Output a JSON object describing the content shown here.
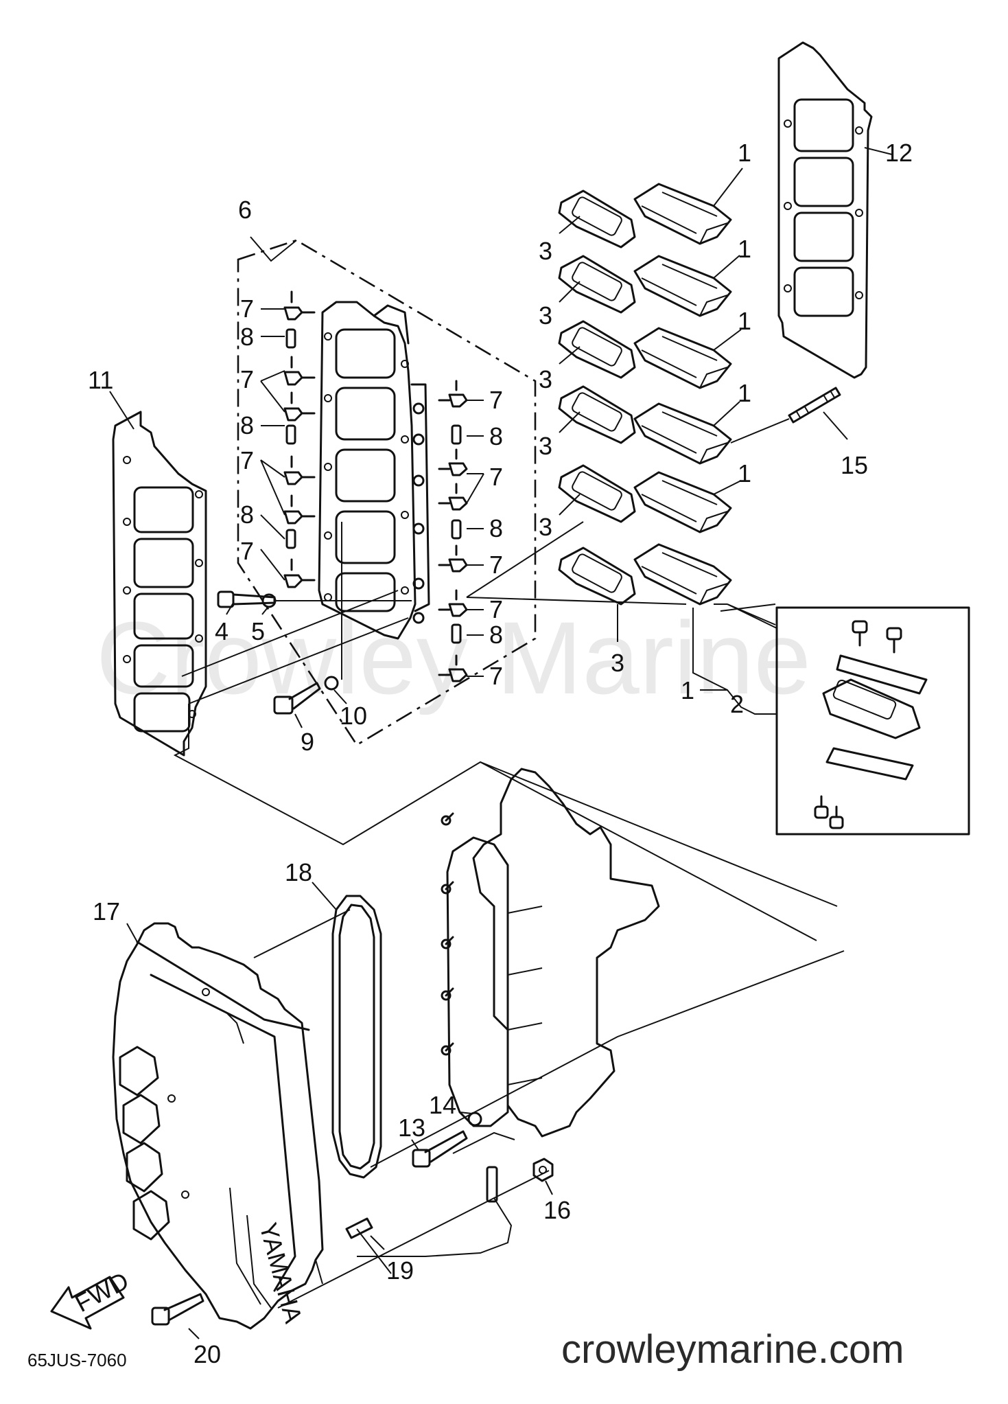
{
  "watermark": "Crowley Marine",
  "website": "crowleymarine.com",
  "diagram_code": "65JUS-7060",
  "fwd_label": "FWD",
  "brand_label": "YAMAHA",
  "callouts": {
    "c1": "1",
    "c2": "2",
    "c3": "3",
    "c4": "4",
    "c5": "5",
    "c6": "6",
    "c7": "7",
    "c8": "8",
    "c9": "9",
    "c10": "10",
    "c11": "11",
    "c12": "12",
    "c13": "13",
    "c14": "14",
    "c15": "15",
    "c16": "16",
    "c17": "17",
    "c18": "18",
    "c19": "19",
    "c20": "20"
  }
}
